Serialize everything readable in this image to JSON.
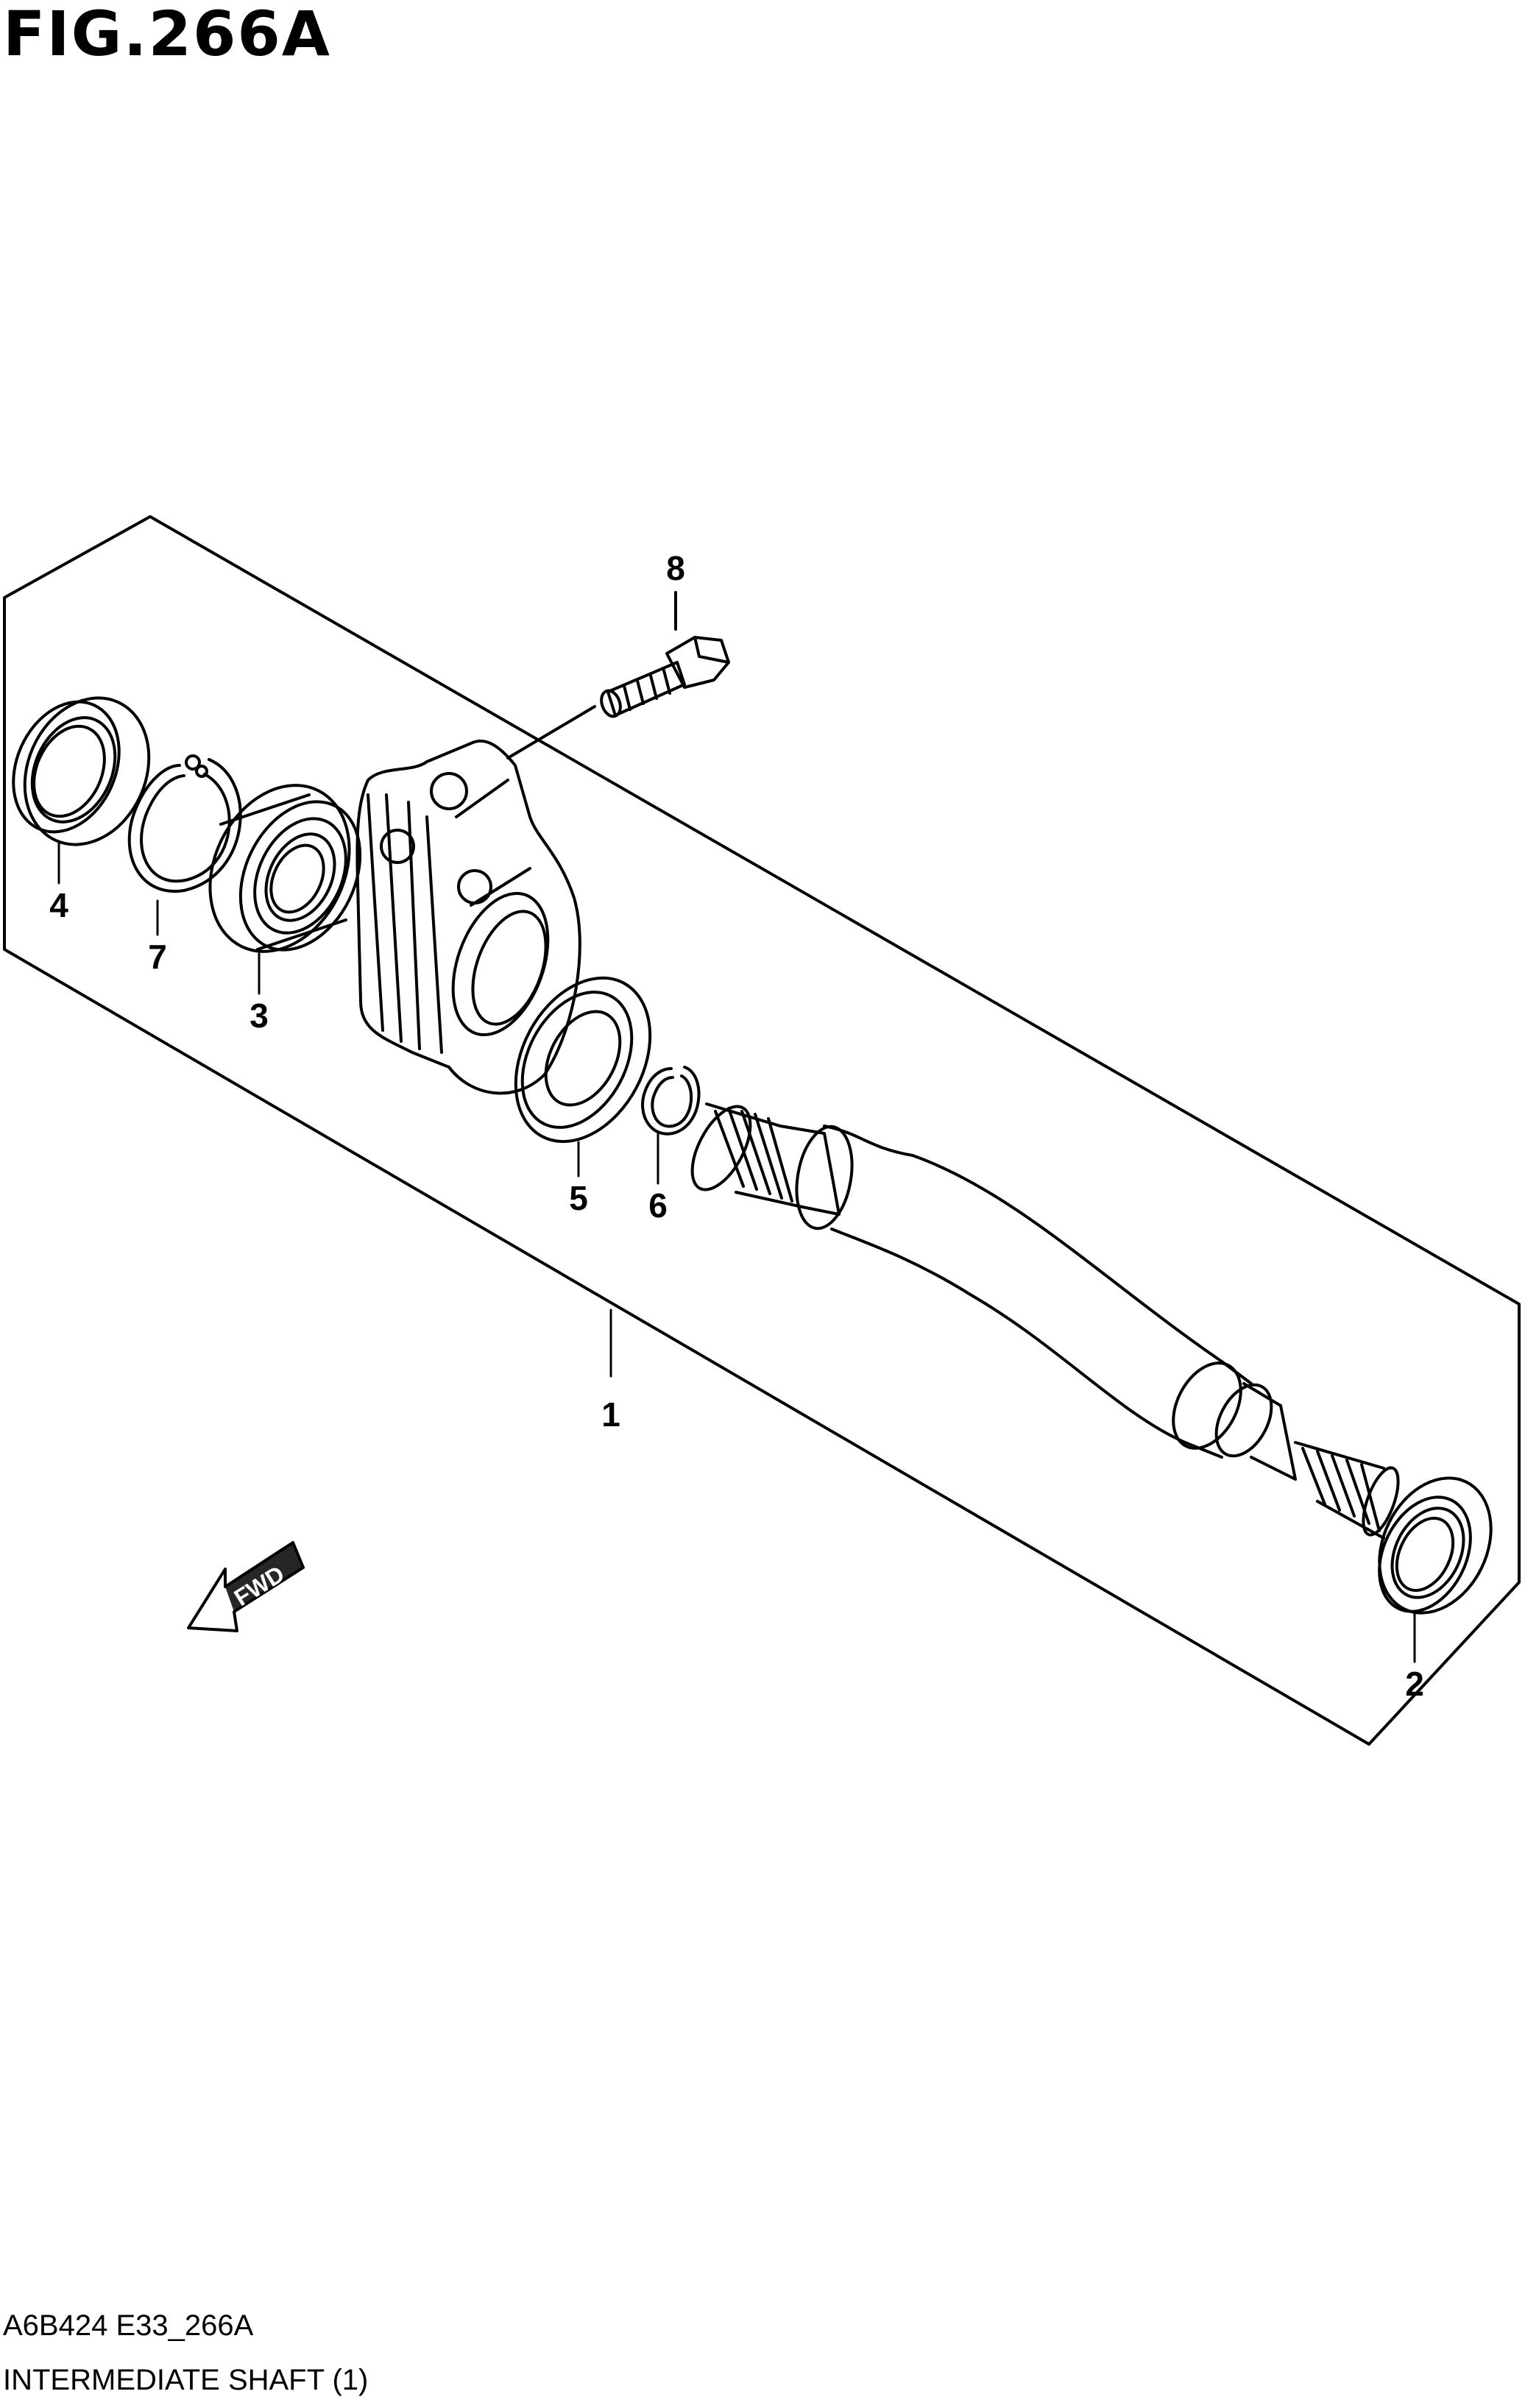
{
  "figure": {
    "title": "FIG.266A",
    "code": "A6B424 E33_266A",
    "name": "INTERMEDIATE SHAFT (1)"
  },
  "fwd_label": "FWD",
  "callouts": [
    "1",
    "2",
    "3",
    "4",
    "5",
    "6",
    "7",
    "8"
  ]
}
